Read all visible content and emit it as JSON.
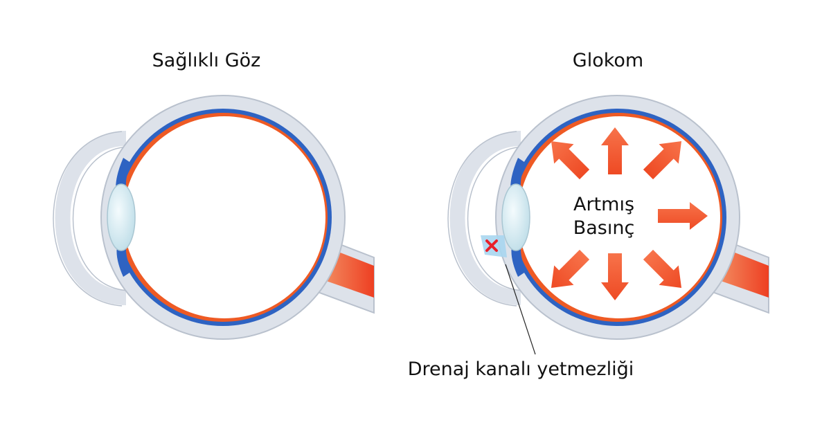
{
  "healthy_eye": {
    "title": "Sağlıklı Göz"
  },
  "glaucoma_eye": {
    "title": "Glokom",
    "pressure_label_line1": "Artmış",
    "pressure_label_line2": "Basınç",
    "drainage_callout": "Drenaj kanalı yetmezliği"
  },
  "colors": {
    "sclera": "#dde2ea",
    "sclera_edge": "#b9c1cd",
    "choroid": "#2e63c2",
    "retina": "#ee5a24",
    "lens": "#cfe6ee",
    "optic_nerve": "#f0502a",
    "arrow": "#f25a2b",
    "block_mark": "#e8202a",
    "drainage": "#a9d6ef"
  }
}
